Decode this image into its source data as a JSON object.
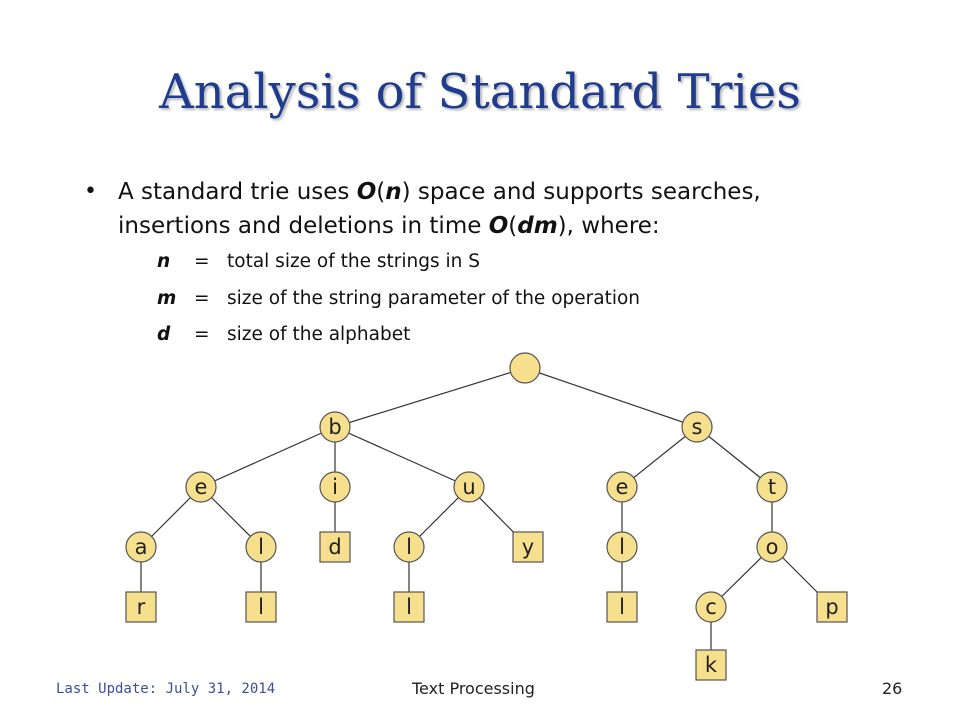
{
  "slide": {
    "title": "Analysis of Standard Tries",
    "bullet": {
      "prefix": "A standard trie uses ",
      "space_O": "O",
      "space_open": "(",
      "space_var": "n",
      "space_close": ")",
      "middle": " space and supports searches, insertions and deletions in time ",
      "time_O": "O",
      "time_open": "(",
      "time_var": "dm",
      "time_close": ")",
      "suffix": ", where:"
    },
    "definitions": [
      {
        "var": "n",
        "eq": "=",
        "desc": "total size of the strings in S"
      },
      {
        "var": "m",
        "eq": "=",
        "desc": "size of the string parameter of the operation"
      },
      {
        "var": "d",
        "eq": "=",
        "desc": "size of the alphabet"
      }
    ],
    "footer": {
      "date": "Last Update: July 31, 2014",
      "title": "Text Processing",
      "page": "26"
    }
  },
  "diagram": {
    "node_fill": "#f7e08d",
    "node_stroke": "#555555",
    "edge_color": "#333333",
    "root": {
      "label": ""
    },
    "nodes": [
      {
        "id": "b",
        "label": "b",
        "shape": "circle",
        "parent": "root"
      },
      {
        "id": "s",
        "label": "s",
        "shape": "circle",
        "parent": "root"
      },
      {
        "id": "e1",
        "label": "e",
        "shape": "circle",
        "parent": "b"
      },
      {
        "id": "i",
        "label": "i",
        "shape": "circle",
        "parent": "b"
      },
      {
        "id": "u",
        "label": "u",
        "shape": "circle",
        "parent": "b"
      },
      {
        "id": "e2",
        "label": "e",
        "shape": "circle",
        "parent": "s"
      },
      {
        "id": "t",
        "label": "t",
        "shape": "circle",
        "parent": "s"
      },
      {
        "id": "a",
        "label": "a",
        "shape": "circle",
        "parent": "e1"
      },
      {
        "id": "l1",
        "label": "l",
        "shape": "circle",
        "parent": "e1"
      },
      {
        "id": "d",
        "label": "d",
        "shape": "rect",
        "parent": "i"
      },
      {
        "id": "l2",
        "label": "l",
        "shape": "circle",
        "parent": "u"
      },
      {
        "id": "y",
        "label": "y",
        "shape": "rect",
        "parent": "u"
      },
      {
        "id": "l3",
        "label": "l",
        "shape": "circle",
        "parent": "e2"
      },
      {
        "id": "o",
        "label": "o",
        "shape": "circle",
        "parent": "t"
      },
      {
        "id": "r",
        "label": "r",
        "shape": "rect",
        "parent": "a"
      },
      {
        "id": "l4",
        "label": "l",
        "shape": "rect",
        "parent": "l1"
      },
      {
        "id": "l5",
        "label": "l",
        "shape": "rect",
        "parent": "l2"
      },
      {
        "id": "l6",
        "label": "l",
        "shape": "rect",
        "parent": "l3"
      },
      {
        "id": "c",
        "label": "c",
        "shape": "circle",
        "parent": "o"
      },
      {
        "id": "p",
        "label": "p",
        "shape": "rect",
        "parent": "o"
      },
      {
        "id": "k",
        "label": "k",
        "shape": "rect",
        "parent": "c"
      }
    ]
  }
}
